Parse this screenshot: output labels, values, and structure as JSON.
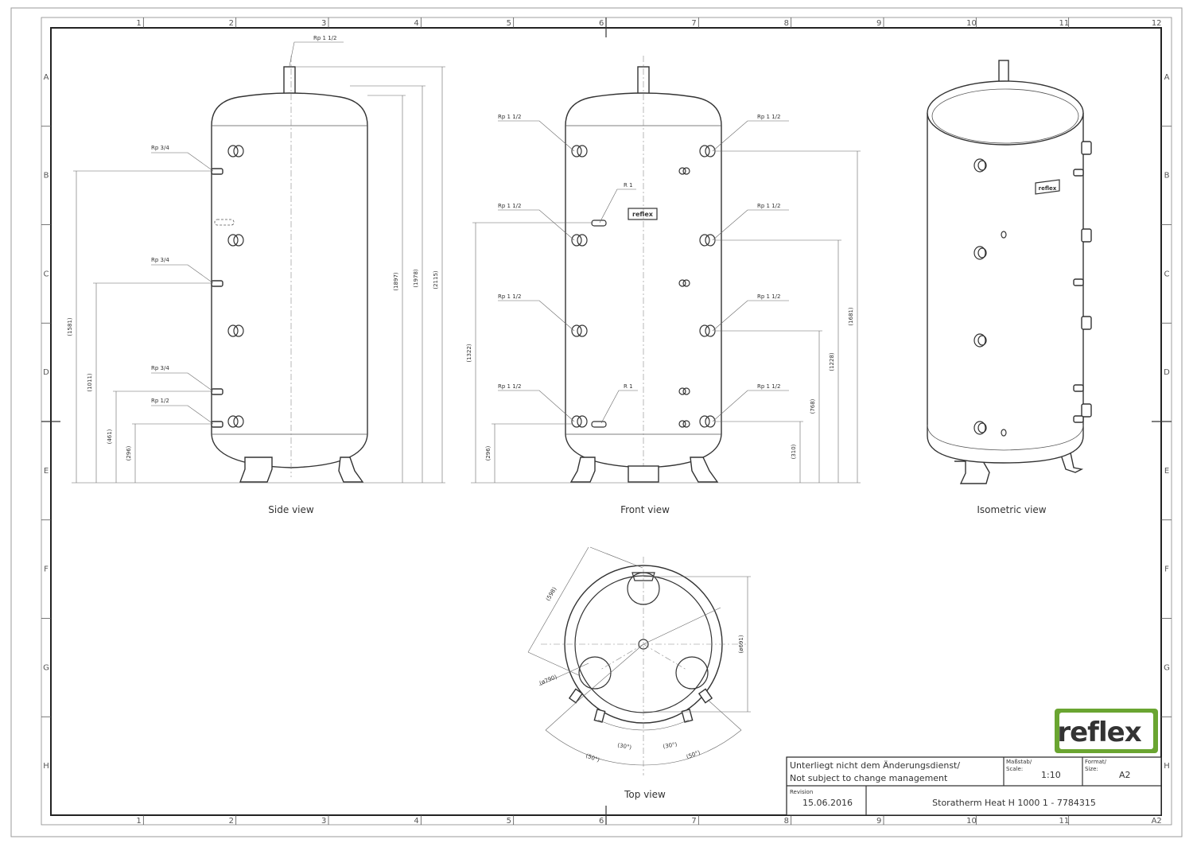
{
  "grid": {
    "columns": [
      "1",
      "2",
      "3",
      "4",
      "5",
      "6",
      "7",
      "8",
      "9",
      "10",
      "11",
      "12"
    ],
    "rows": [
      "A",
      "B",
      "C",
      "D",
      "E",
      "F",
      "G",
      "H"
    ],
    "last_column_bottom": "A2"
  },
  "side_view": {
    "label": "Side view",
    "connections": [
      "Rp 1 1/2",
      "Rp 3/4",
      "Rp 3/4",
      "Rp 3/4",
      "Rp 1/2"
    ],
    "dims": [
      "(1581)",
      "(1011)",
      "(461)",
      "(296)",
      "(1897)",
      "(1978)",
      "(2115)"
    ]
  },
  "front_view": {
    "label": "Front view",
    "left_connections": [
      "Rp 1 1/2",
      "Rp 1 1/2",
      "Rp 1 1/2",
      "Rp 1 1/2"
    ],
    "right_connections": [
      "Rp 1 1/2",
      "Rp 1 1/2",
      "Rp 1 1/2",
      "Rp 1 1/2"
    ],
    "r_connections": [
      "R 1",
      "R 1"
    ],
    "dims_left": [
      "(1322)",
      "(296)"
    ],
    "dims_right": [
      "(1681)",
      "(1228)",
      "(768)",
      "(310)"
    ],
    "badge": "reflex"
  },
  "isometric_view": {
    "label": "Isometric view",
    "badge": "reflex"
  },
  "top_view": {
    "label": "Top view",
    "dims": [
      "(598)",
      "(ø790)",
      "(ø691)",
      "(30°)",
      "(30°)",
      "(50°)",
      "(50°)"
    ]
  },
  "logo": {
    "text": "reflex",
    "color": "#6aa531"
  },
  "title_block": {
    "note_de": "Unterliegt nicht dem Änderungsdienst/",
    "note_en": "Not subject to change management",
    "scale_label_de": "Maßstab/",
    "scale_label_en": "Scale:",
    "scale_value": "1:10",
    "format_label_de": "Format/",
    "format_label_en": "Size:",
    "format_value": "A2",
    "revision_label": "Revision",
    "revision_date": "15.06.2016",
    "product": "Storatherm Heat H 1000 1 - 7784315"
  }
}
